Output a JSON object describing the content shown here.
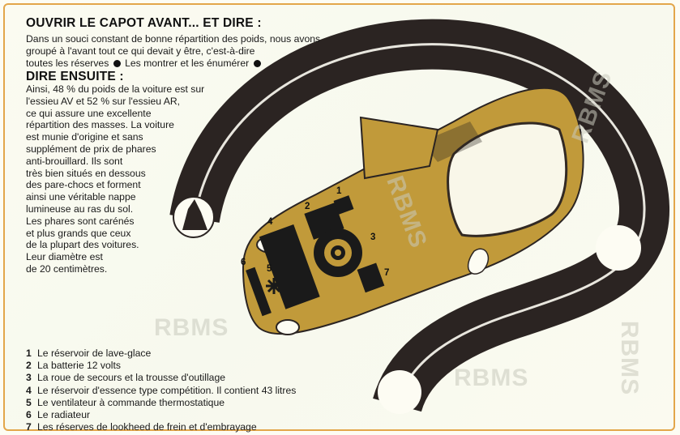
{
  "heading1": "OUVRIR LE CAPOT AVANT... ET DIRE :",
  "intro": {
    "lines": [
      "Dans un souci constant de bonne répartition des poids, nous avons",
      "groupé à l'avant tout ce qui devait y être, c'est-à-dire",
      "toutes les réserves",
      "Les montrer et les énumérer"
    ]
  },
  "heading2": "DIRE ENSUITE :",
  "body": {
    "lines": [
      "Ainsi, 48 % du poids de la voiture est sur",
      "l'essieu AV et 52 % sur l'essieu AR,",
      "ce qui assure une excellente",
      "répartition des masses. La voiture",
      "est munie d'origine et sans",
      "supplément de prix de phares",
      "anti-brouillard. Ils sont",
      "très bien situés en dessous",
      "des pare-chocs et forment",
      "ainsi une véritable nappe",
      "lumineuse au ras du sol.",
      "Les phares sont carénés",
      "et plus grands que ceux",
      "de la plupart des voitures.",
      "Leur diamètre est",
      "de 20 centimètres."
    ]
  },
  "legend": [
    {
      "num": "1",
      "text": "Le réservoir de lave-glace"
    },
    {
      "num": "2",
      "text": "La batterie 12 volts"
    },
    {
      "num": "3",
      "text": "La roue de secours et la trousse d'outillage"
    },
    {
      "num": "4",
      "text": "Le réservoir d'essence type compétition. Il contient 43 litres"
    },
    {
      "num": "5",
      "text": "Le ventilateur à commande thermostatique"
    },
    {
      "num": "6",
      "text": "Le radiateur"
    },
    {
      "num": "7",
      "text": "Les réserves de lookheed de frein et d'embrayage"
    }
  ],
  "callouts": [
    "1",
    "2",
    "3",
    "4",
    "5",
    "6",
    "7"
  ],
  "watermark": "RBMS",
  "colors": {
    "car_gold": "#c19a3a",
    "track": "#2b2422",
    "border": "#e3a64a",
    "background": "#fbfbf1"
  }
}
